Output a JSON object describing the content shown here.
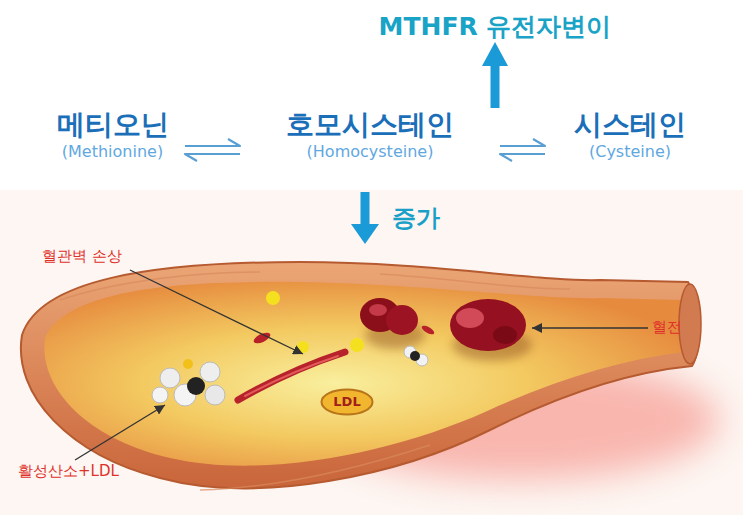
{
  "diagram": {
    "nodes": [
      {
        "text": [
          "MTHFR 유전자변이"
        ]
      },
      {
        "text": [
          "메티오닌",
          "(Methionine)"
        ]
      },
      {
        "text": [
          "호모시스테인",
          "(Homocysteine)"
        ]
      },
      {
        "text": [
          "시스테인",
          "(Cysteine)"
        ]
      },
      {
        "text": [
          "LDL"
        ]
      }
    ],
    "edges": [
      {
        "from": 2,
        "to": 0,
        "arrow": "to"
      },
      {
        "from": 1,
        "to": 2,
        "arrow": "both"
      },
      {
        "from": 2,
        "to": 3,
        "arrow": "both"
      }
    ],
    "labels": [
      "증가",
      "혈관벽 손상",
      "혈전",
      "활성산소+LDL"
    ]
  }
}
